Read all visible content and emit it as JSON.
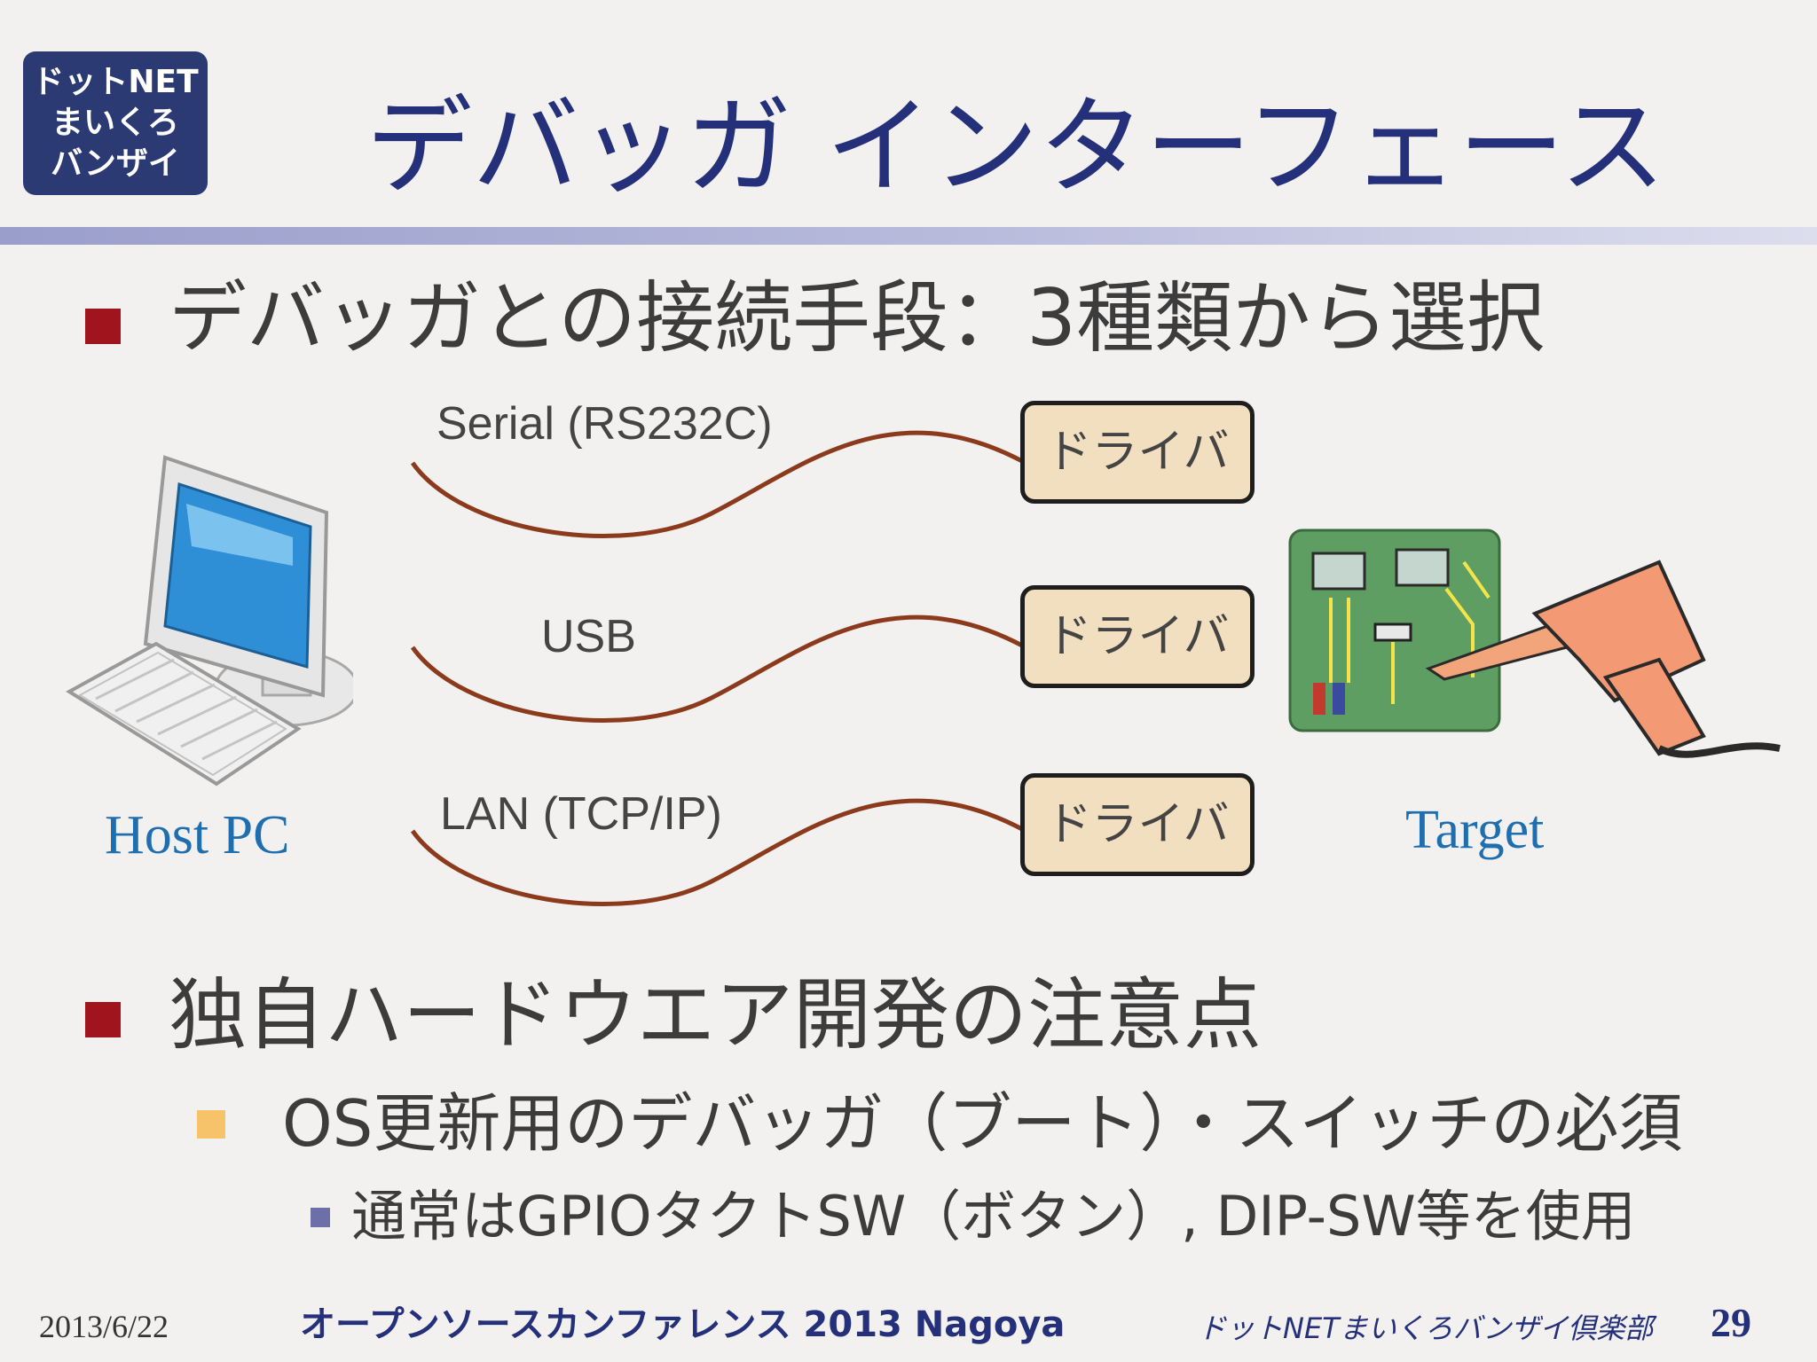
{
  "logo": {
    "line1": "ドットNET",
    "line2": "まいくろ",
    "line3": "バンザイ"
  },
  "title": "デバッガ インターフェース",
  "bullets": {
    "connection": "デバッガとの接続手段：3種類から選択",
    "hardware": "独自ハードウエア開発の注意点",
    "sub_os": "OS更新用のデバッガ（ブート）・スイッチの必須",
    "sub_gpio": "通常はGPIOタクトSW（ボタン）, DIP-SW等を使用"
  },
  "connections": [
    {
      "label": "Serial (RS232C)",
      "driver": "ドライバ"
    },
    {
      "label": "USB",
      "driver": "ドライバ"
    },
    {
      "label": "LAN (TCP/IP)",
      "driver": "ドライバ"
    }
  ],
  "captions": {
    "host": "Host PC",
    "target": "Target"
  },
  "footer": {
    "date": "2013/6/22",
    "conference": "オープンソースカンファレンス 2013 Nagoya",
    "club": "ドットNETまいくろバンザイ倶楽部",
    "page": "29"
  },
  "colors": {
    "title": "#25307a",
    "bullet_l1": "#a0141e",
    "bullet_l2": "#f7c36a",
    "bullet_l3": "#6c6fa8",
    "cable": "#8b3a1c",
    "driver_fill": "#f2dfbf",
    "caption": "#1f6fb0"
  },
  "icons": {
    "host": "computer-icon",
    "target": "soldering-iron-board-icon"
  }
}
